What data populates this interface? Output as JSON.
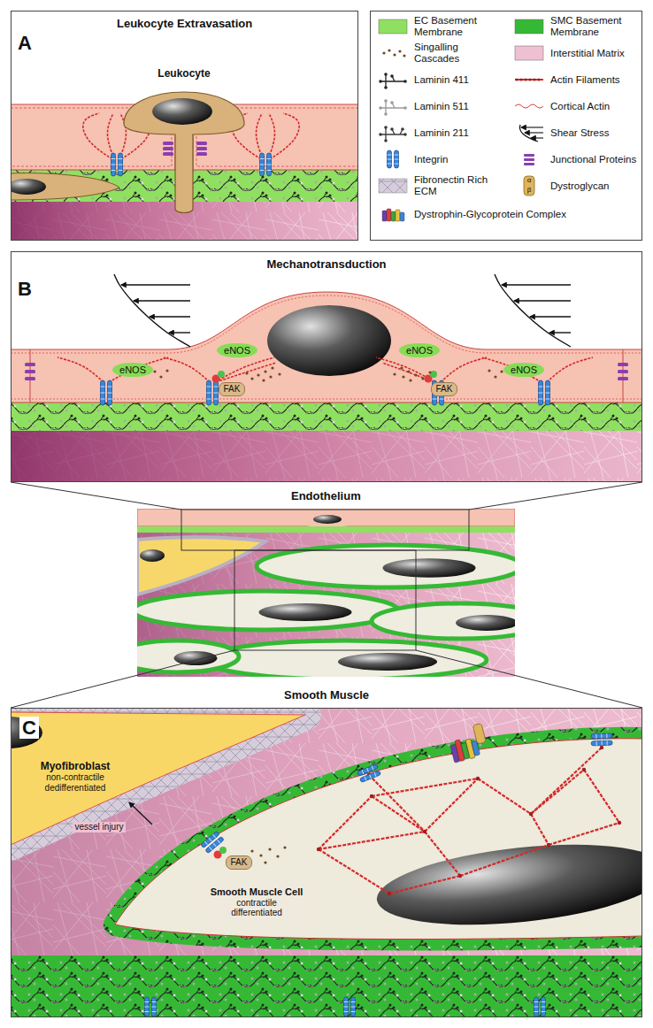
{
  "diagram": {
    "nodes": [
      {
        "text": [
          "A",
          "Leukocyte Extravasation"
        ]
      },
      {
        "text": [
          "Leukocyte"
        ],
        "in": 0
      },
      {
        "text": [
          "B",
          "Mechanotransduction"
        ]
      },
      {
        "text": [
          "eNOS"
        ],
        "in": 2
      },
      {
        "text": [
          "eNOS"
        ],
        "in": 2
      },
      {
        "text": [
          "eNOS"
        ],
        "in": 2
      },
      {
        "text": [
          "eNOS"
        ],
        "in": 2
      },
      {
        "text": [
          "FAK"
        ],
        "in": 2
      },
      {
        "text": [
          "FAK"
        ],
        "in": 2
      },
      {
        "text": [
          "Endothelium"
        ]
      },
      {
        "text": [
          "C",
          "Smooth Muscle"
        ]
      },
      {
        "text": [
          "Myofibroblast",
          "non-contractile dedifferentiated"
        ],
        "in": 10
      },
      {
        "text": [
          "FAK"
        ],
        "in": 10
      },
      {
        "text": [
          "Smooth Muscle Cell",
          "contractile differentiated"
        ],
        "in": 10
      }
    ],
    "labels": [
      "vessel injury",
      "α",
      "β"
    ],
    "legend": [
      {
        "text": "EC Basement Membrane",
        "color": "#8fe060"
      },
      {
        "text": "SMC Basement Membrane",
        "color": "#35b935"
      },
      {
        "text": "Singalling Cascades"
      },
      {
        "text": "Interstitial Matrix",
        "color": "#efc0d2"
      },
      {
        "text": "Laminin 411"
      },
      {
        "text": "Actin Filaments"
      },
      {
        "text": "Laminin 511"
      },
      {
        "text": "Cortical Actin"
      },
      {
        "text": "Laminin 211"
      },
      {
        "text": "Shear Stress"
      },
      {
        "text": "Integrin"
      },
      {
        "text": "Junctional Proteins"
      },
      {
        "text": "Fibronectin Rich ECM"
      },
      {
        "text": "Dystroglycan"
      },
      {
        "text": "Dystrophin-Glycoprotein Complex"
      }
    ]
  }
}
